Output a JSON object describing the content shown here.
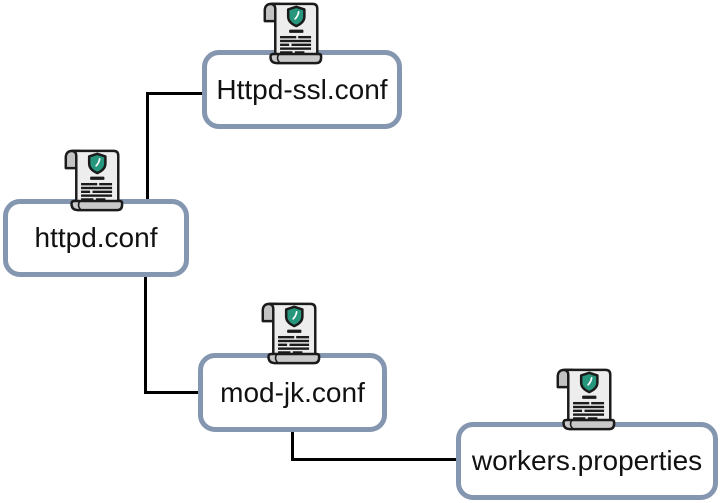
{
  "diagram": {
    "type": "tree",
    "nodes": [
      {
        "id": "httpd-conf",
        "label": "httpd.conf",
        "icon": "scroll-document-shield-icon"
      },
      {
        "id": "httpd-ssl-conf",
        "label": "Httpd-ssl.conf",
        "icon": "scroll-document-shield-icon"
      },
      {
        "id": "mod-jk-conf",
        "label": "mod-jk.conf",
        "icon": "scroll-document-shield-icon"
      },
      {
        "id": "workers-properties",
        "label": "workers.properties",
        "icon": "scroll-document-shield-icon"
      }
    ],
    "edges": [
      {
        "from": "httpd-conf",
        "to": "httpd-ssl-conf"
      },
      {
        "from": "httpd-conf",
        "to": "mod-jk-conf"
      },
      {
        "from": "mod-jk-conf",
        "to": "workers-properties"
      }
    ],
    "colors": {
      "background": "#ffffff",
      "node_border": "#8496b0",
      "node_fill": "#ffffff",
      "node_text": "#111111",
      "connector": "#000000",
      "icon_outline": "#1b1b1b",
      "icon_paper": "#ededed",
      "icon_roll": "#c9c9c9",
      "icon_tab": "#c3c3c3",
      "icon_shield": "#26967c",
      "icon_check": "#ffffff"
    }
  }
}
